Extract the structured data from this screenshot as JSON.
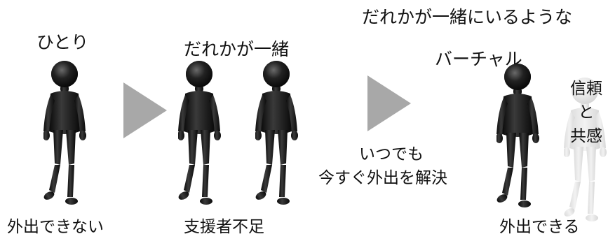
{
  "scenes": [
    {
      "top_label": "ひとり",
      "bottom_label": "外出できない",
      "mark": "×"
    },
    {
      "top_label": "だれかが一緒",
      "bottom_label": "支援者不足",
      "mark": "△"
    },
    {
      "top_label_line1": "だれかが一緒にいるような",
      "top_label_line2": "バーチャル",
      "middle_label_line1": "いつでも",
      "middle_label_line2": "今すぐ外出を解決",
      "side_label": [
        "信頼",
        "と",
        "共感"
      ],
      "bottom_label": "外出できる",
      "mark": "○"
    }
  ],
  "colors": {
    "figure_dark": "#141414",
    "figure_ghost": "#e6e6e6",
    "arrow": "#a8a8a8"
  }
}
